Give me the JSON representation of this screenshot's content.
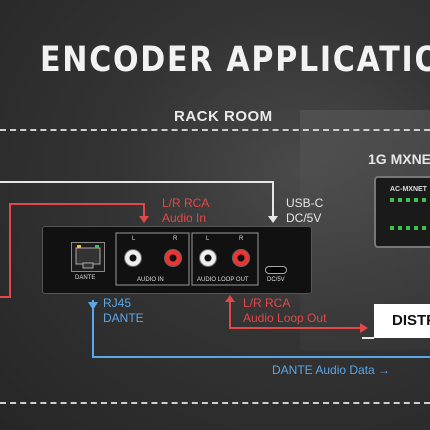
{
  "title": "ENCODER APPLICATION DI",
  "room_label": "RACK ROOM",
  "mxnet_label": "1G MXNE",
  "mxnet_device": "AC-MXNET",
  "distr_label": "DISTR",
  "labels": {
    "lr_rca_in": [
      "L/R RCA",
      "Audio In"
    ],
    "usbc": [
      "USB-C",
      "DC/5V"
    ],
    "rj45": [
      "RJ45",
      "DANTE"
    ],
    "lr_rca_loop": [
      "L/R RCA",
      "Audio Loop Out"
    ],
    "dante_data": "DANTE Audio Data  →"
  },
  "encoder": {
    "dante": "DANTE",
    "l": "L",
    "r": "R",
    "audio_in": "AUDIO IN",
    "audio_loop_out": "AUDIO LOOP OUT",
    "dc5v": "DC/5V"
  },
  "colors": {
    "red": "#e34848",
    "blue": "#5ba6e6",
    "white": "#e6e6e6"
  }
}
